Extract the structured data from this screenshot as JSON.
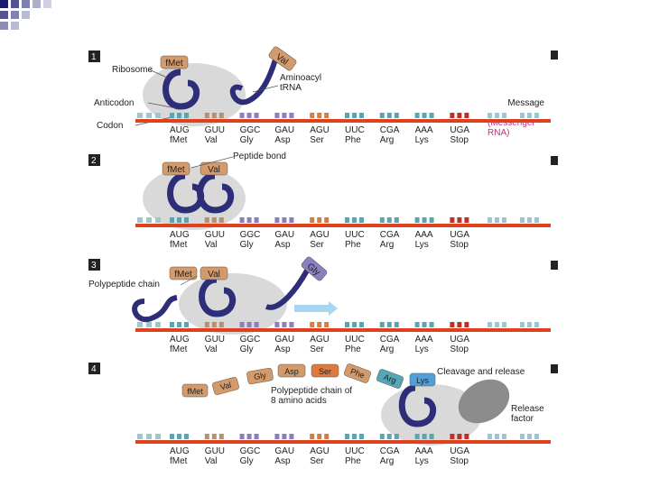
{
  "panels": [
    {
      "step": "1"
    },
    {
      "step": "2"
    },
    {
      "step": "3"
    },
    {
      "step": "4"
    }
  ],
  "codons": [
    "AUG",
    "GUU",
    "GGC",
    "GAU",
    "AGU",
    "UUC",
    "CGA",
    "AAA",
    "UGA"
  ],
  "amino_acids": [
    "fMet",
    "Val",
    "Gly",
    "Asp",
    "Ser",
    "Phe",
    "Arg",
    "Lys",
    "Stop"
  ],
  "labels": {
    "ribosome": "Ribosome",
    "aminoacyl_line1": "Aminoacyl",
    "aminoacyl_line2": "tRNA",
    "anticodon": "Anticodon",
    "codon": "Codon",
    "message": "Message",
    "messenger_line1": "(Messenger",
    "messenger_line2": "RNA)",
    "peptide_bond": "Peptide bond",
    "polypeptide_chain": "Polypeptide chain",
    "chain_of_8_line1": "Polypeptide chain of",
    "chain_of_8_line2": "8 amino acids",
    "cleavage": "Cleavage and release",
    "release_line1": "Release",
    "release_line2": "factor"
  },
  "aa_tags": {
    "fmet": "fMet",
    "val": "Val",
    "gly": "Gly",
    "asp": "Asp",
    "ser": "Ser",
    "phe": "Phe",
    "arg": "Arg",
    "lys": "Lys"
  },
  "colors": {
    "bullet": "#1a1a6e",
    "mrna": "#e0401c",
    "ribosome": "#d9d9d9",
    "trna": "#2d2d78",
    "aa_tag": "#d49a6a",
    "lys_tag": "#4fa0d8",
    "release_factor": "#8c8c8c",
    "arrow": "#a8d6f0",
    "magenta": "#c0307a",
    "codon_colors": [
      "#56a7b5",
      "#b8906e",
      "#8b7fbe",
      "#8b7fbe",
      "#e07a3c",
      "#56a7b5",
      "#56a7b5",
      "#56a7b5",
      "#c0302b"
    ]
  }
}
